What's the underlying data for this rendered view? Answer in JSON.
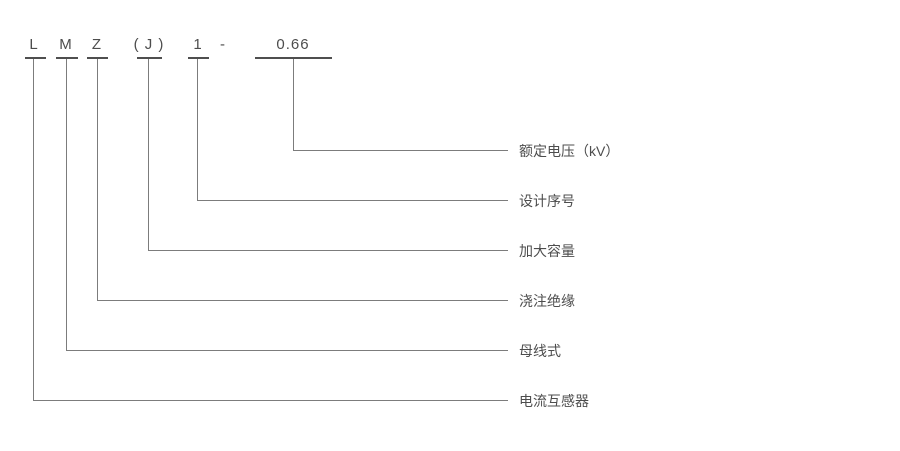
{
  "model": {
    "code": "LMZ(J)1-0.66",
    "separator": "-"
  },
  "segments": [
    {
      "char": "L",
      "label": "电流互感器"
    },
    {
      "char": "M",
      "label": "母线式"
    },
    {
      "char": "Z",
      "label": "浇注绝缘"
    },
    {
      "char": "( J )",
      "label": "加大容量"
    },
    {
      "char": "1",
      "label": "设计序号"
    },
    {
      "char": "0.66",
      "label": "额定电压（kV）"
    }
  ],
  "colors": {
    "text": "#4d4d4d",
    "connector_line": "#7c7c7c",
    "underline": "#4f4f4f",
    "background": "#ffffff"
  }
}
